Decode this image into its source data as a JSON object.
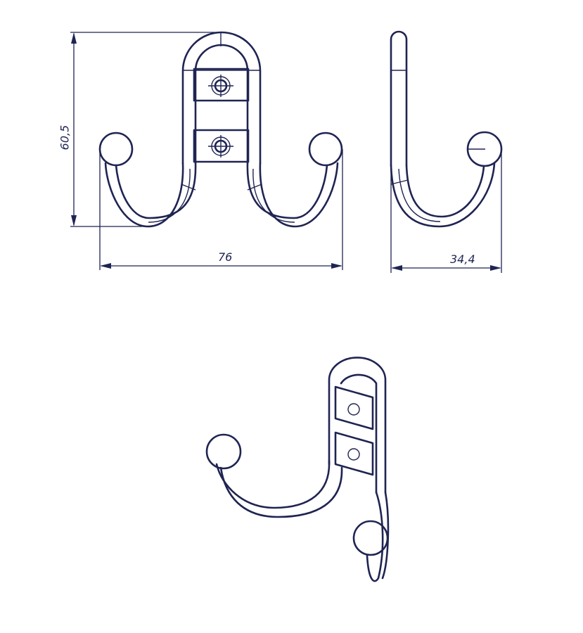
{
  "dimensions": {
    "height": "60,5",
    "width": "76",
    "depth": "34,4"
  },
  "colors": {
    "line": "#1f2452",
    "background": "#ffffff"
  }
}
